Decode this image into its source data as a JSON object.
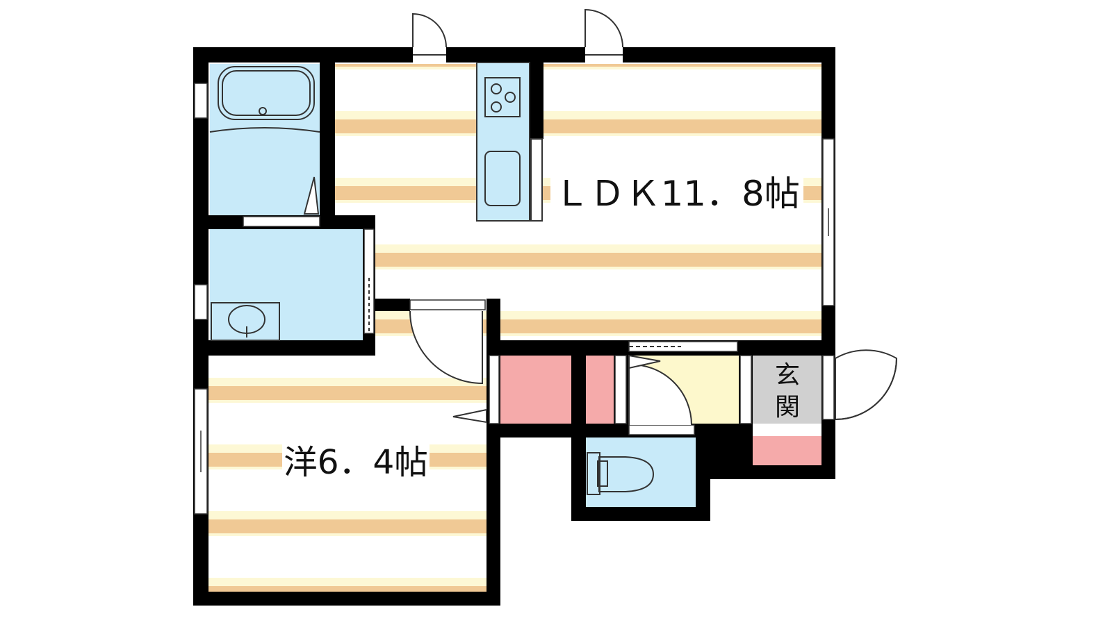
{
  "rooms": {
    "ldk": {
      "label": "ＬＤＫ11．8帖"
    },
    "western": {
      "label": "洋6．4帖"
    },
    "entrance": {
      "label_line1": "玄",
      "label_line2": "関"
    }
  },
  "colors": {
    "wall": "#000000",
    "floor_stripe": "#f0c995",
    "floor_light": "#fdf8d5",
    "water_area": "#c8eaf9",
    "storage": "#f5aaaa",
    "hall": "#fdf8cc",
    "entrance_floor": "#d0d0d0",
    "fixture_stroke": "#333333"
  }
}
